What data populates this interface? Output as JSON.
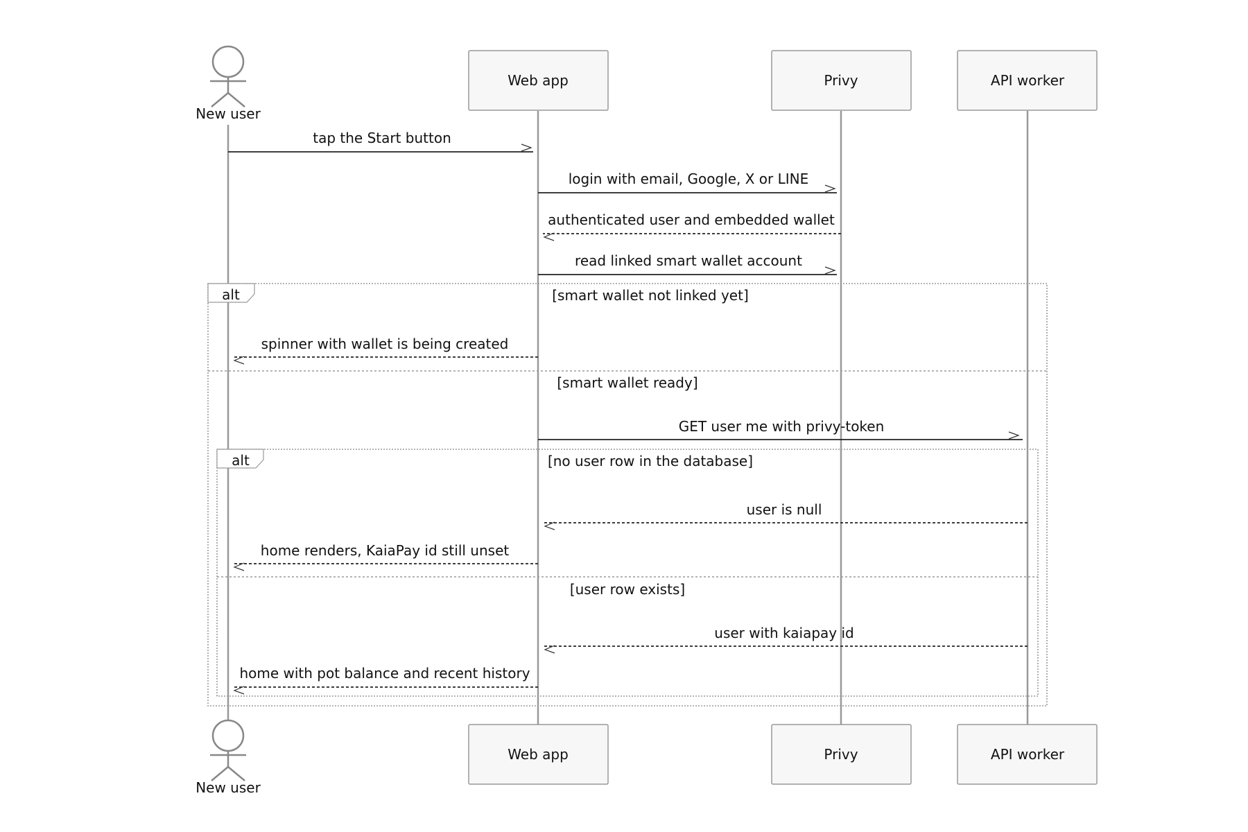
{
  "participants": [
    {
      "id": "user",
      "label": "New user",
      "kind": "actor"
    },
    {
      "id": "web",
      "label": "Web app",
      "kind": "box"
    },
    {
      "id": "privy",
      "label": "Privy",
      "kind": "box"
    },
    {
      "id": "api",
      "label": "API worker",
      "kind": "box"
    }
  ],
  "messages": [
    {
      "from": "user",
      "to": "web",
      "text": "tap the Start button",
      "style": "solid"
    },
    {
      "from": "web",
      "to": "privy",
      "text": "login with email, Google, X or LINE",
      "style": "solid"
    },
    {
      "from": "privy",
      "to": "web",
      "text": "authenticated user and embedded wallet",
      "style": "dashed"
    },
    {
      "from": "web",
      "to": "privy",
      "text": "read linked smart wallet account",
      "style": "solid"
    },
    {
      "from": "web",
      "to": "user",
      "text": "spinner with wallet is being created",
      "style": "dashed"
    },
    {
      "from": "web",
      "to": "api",
      "text": "GET user me with privy-token",
      "style": "solid"
    },
    {
      "from": "api",
      "to": "web",
      "text": "user is null",
      "style": "dashed"
    },
    {
      "from": "web",
      "to": "user",
      "text": "home renders, KaiaPay id still unset",
      "style": "dashed"
    },
    {
      "from": "api",
      "to": "web",
      "text": "user with kaiapay id",
      "style": "dashed"
    },
    {
      "from": "web",
      "to": "user",
      "text": "home with pot balance and recent history",
      "style": "dashed"
    }
  ],
  "fragments": [
    {
      "type": "alt",
      "label": "alt",
      "conditions": [
        "[smart wallet not linked yet]",
        "[smart wallet ready]"
      ]
    },
    {
      "type": "alt",
      "label": "alt",
      "conditions": [
        "[no user row in the database]",
        "[user row exists]"
      ]
    }
  ]
}
